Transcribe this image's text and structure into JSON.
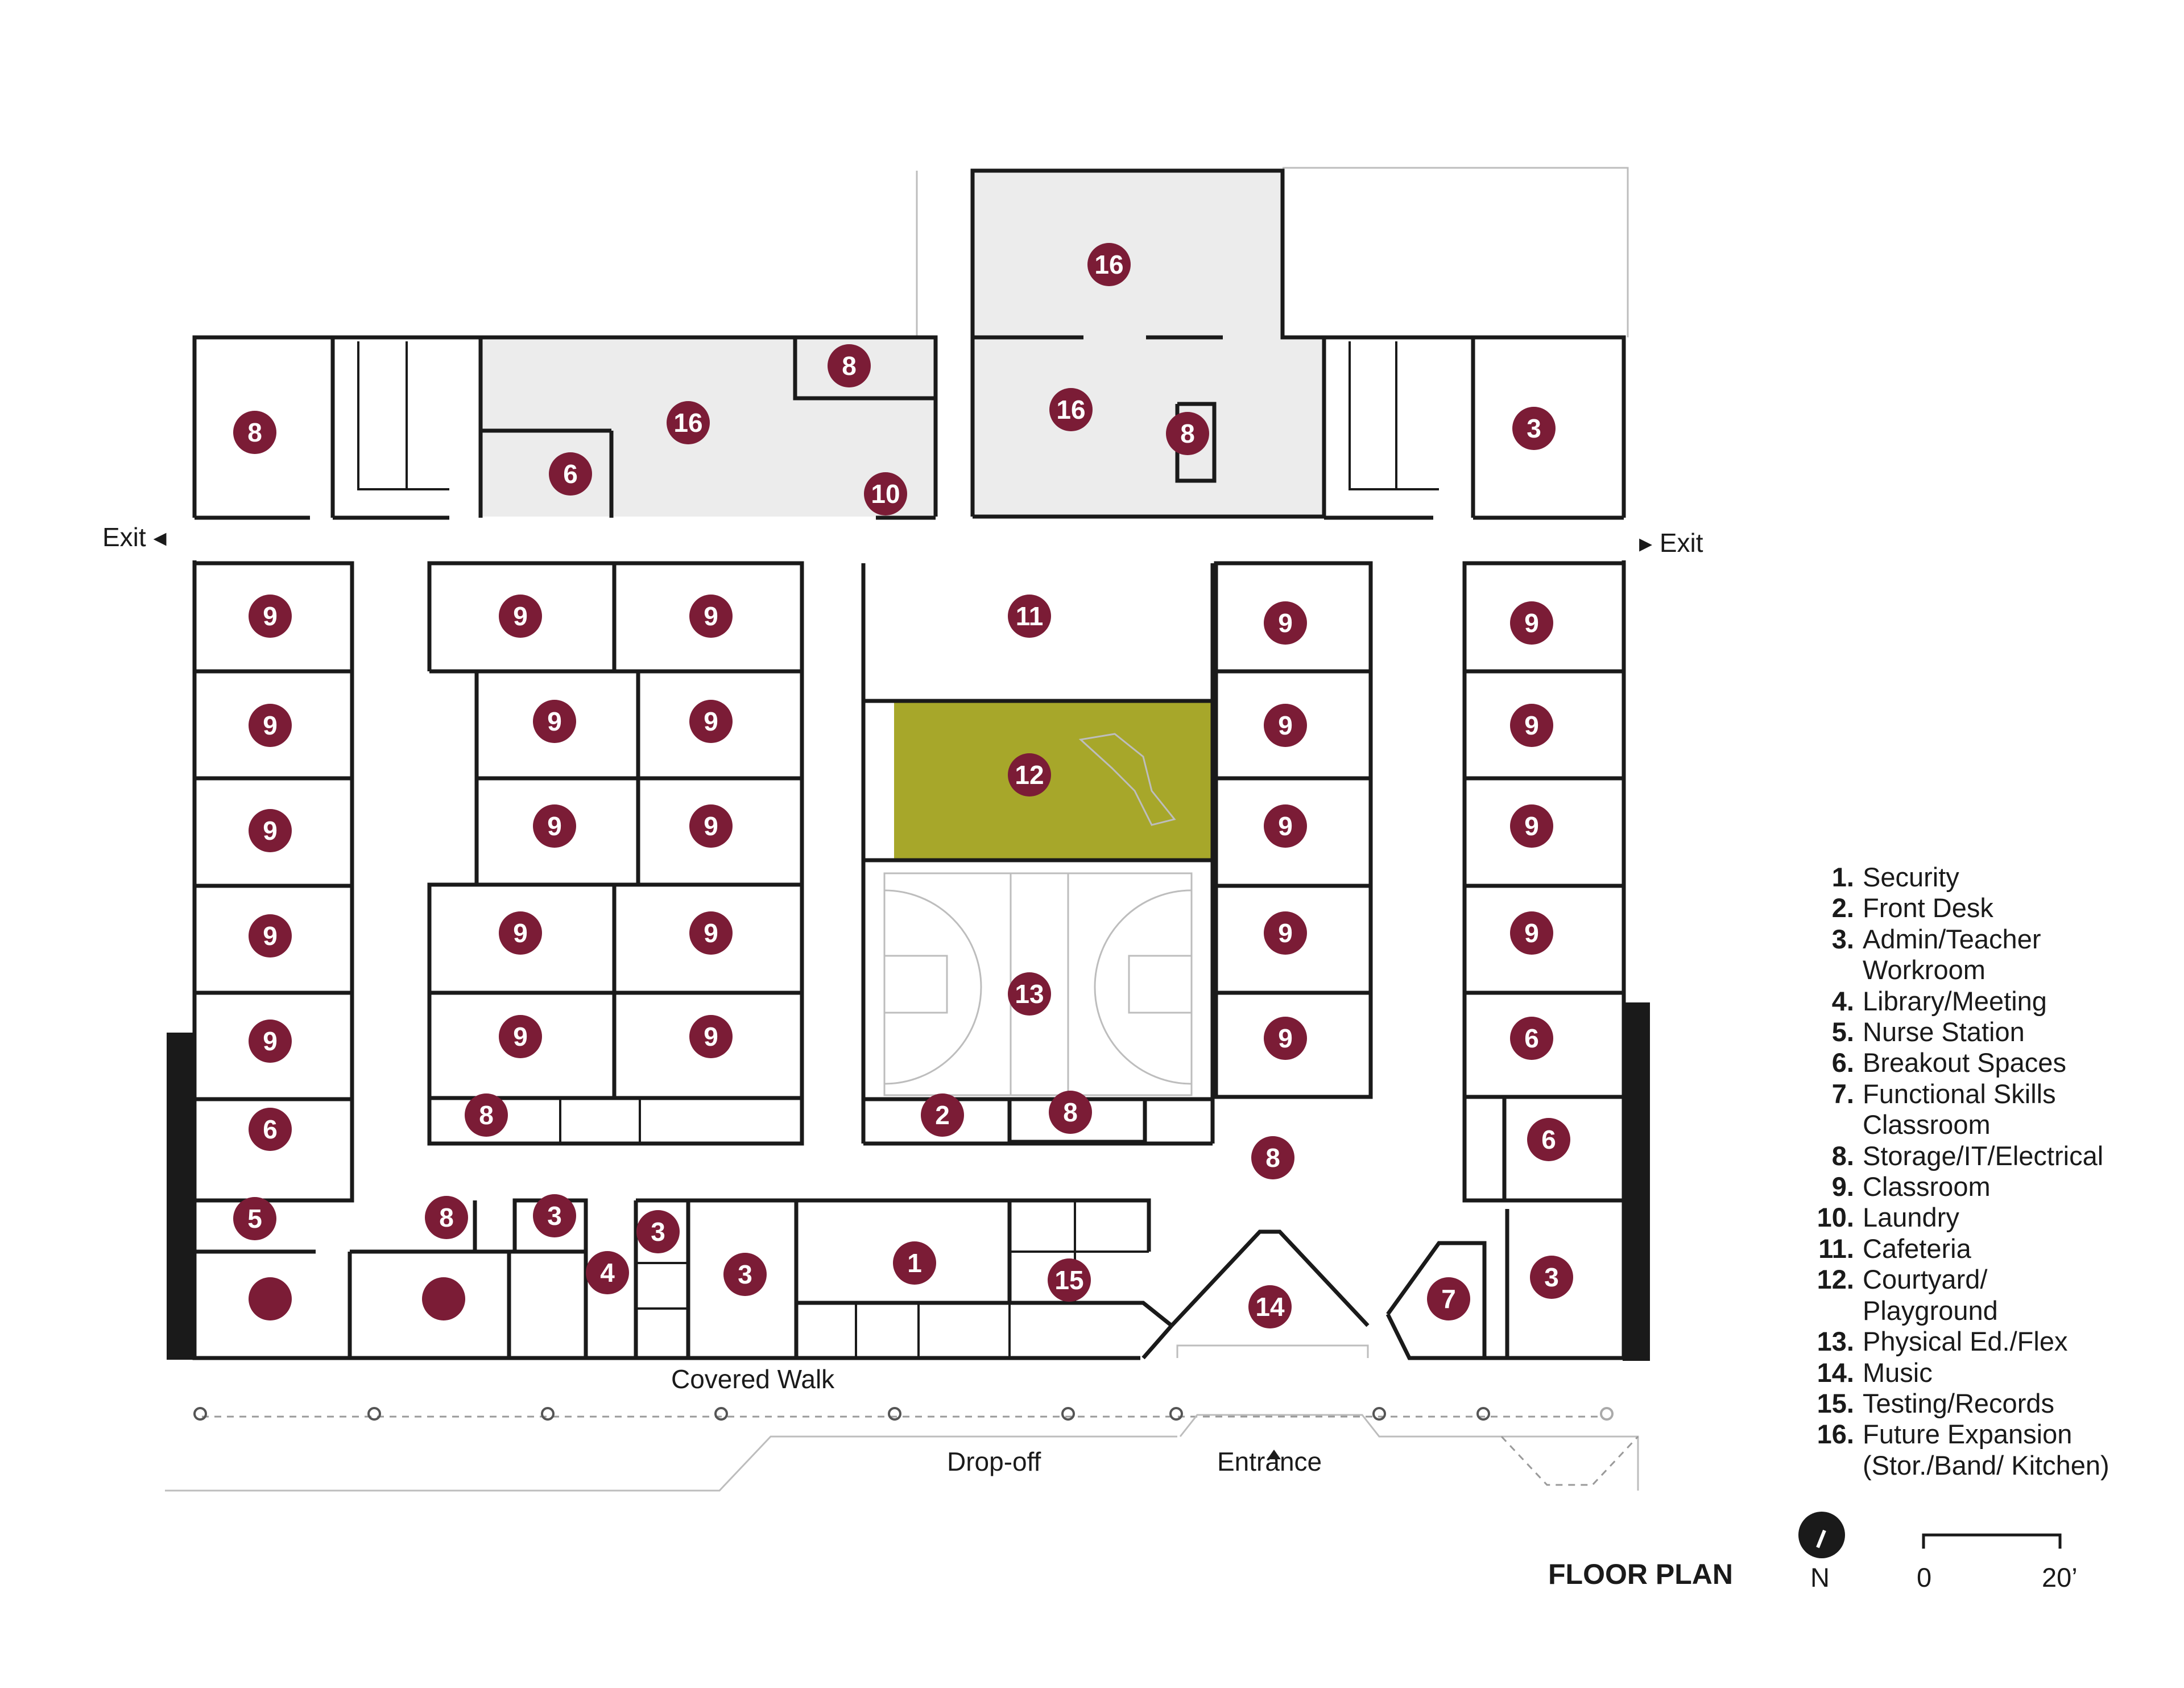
{
  "labels": {
    "exit_left": "Exit ◂",
    "exit_right": "▸ Exit",
    "covered_walk": "Covered Walk",
    "drop_off": "Drop-off",
    "entrance": "Entrance"
  },
  "rooms": [
    "16",
    "16",
    "8",
    "16",
    "8",
    "8",
    "6",
    "10",
    "3",
    "9",
    "11",
    "9",
    "9",
    "9",
    "9",
    "9",
    "9",
    "12",
    "9",
    "9",
    "9",
    "9",
    "9",
    "9",
    "9",
    "9",
    "9",
    "9",
    "9",
    "13",
    "9",
    "9",
    "9",
    "9",
    "9",
    "9",
    "6",
    "6",
    "8",
    "2",
    "8",
    "8",
    "6",
    "5",
    "8",
    "3",
    "3",
    "4",
    "3",
    "1",
    "15",
    "14",
    "7",
    "3"
  ],
  "legend": [
    {
      "num": "1.",
      "label": "Security"
    },
    {
      "num": "2.",
      "label": "Front Desk"
    },
    {
      "num": "3.",
      "label": "Admin/Teacher"
    },
    {
      "num": "",
      "label": "Workroom"
    },
    {
      "num": "4.",
      "label": "Library/Meeting"
    },
    {
      "num": "5.",
      "label": "Nurse Station"
    },
    {
      "num": "6.",
      "label": "Breakout Spaces"
    },
    {
      "num": "7.",
      "label": "Functional Skills"
    },
    {
      "num": "",
      "label": "Classroom"
    },
    {
      "num": "8.",
      "label": "Storage/IT/Electrical"
    },
    {
      "num": "9.",
      "label": "Classroom"
    },
    {
      "num": "10.",
      "label": "Laundry"
    },
    {
      "num": "11.",
      "label": "Cafeteria"
    },
    {
      "num": "12.",
      "label": "Courtyard/"
    },
    {
      "num": "",
      "label": "Playground"
    },
    {
      "num": "13.",
      "label": "Physical Ed./Flex"
    },
    {
      "num": "14.",
      "label": "Music"
    },
    {
      "num": "15.",
      "label": "Testing/Records"
    },
    {
      "num": "16.",
      "label": "Future Expansion"
    },
    {
      "num": "",
      "label": "(Stor./Band/ Kitchen)"
    }
  ],
  "title": "FLOOR PLAN",
  "north_label": "N",
  "scale": {
    "start": "0",
    "end": "20’"
  },
  "colors": {
    "badge": "#7b1c36",
    "courtyard": "#a7a72a",
    "expansion": "#ececec"
  }
}
